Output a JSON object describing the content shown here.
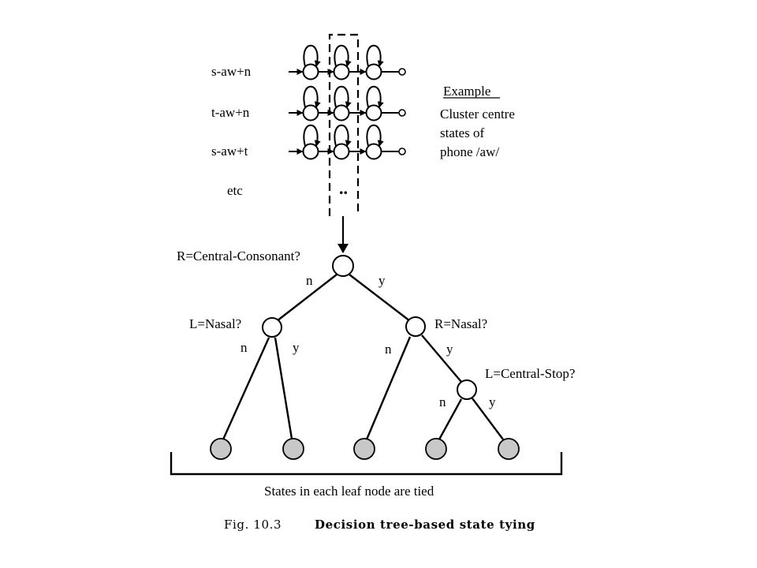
{
  "hmm_rows": [
    {
      "label": "s-aw+n"
    },
    {
      "label": "t-aw+n"
    },
    {
      "label": "s-aw+t"
    }
  ],
  "hmm_etc": "etc",
  "hmm_dots": "..",
  "example": {
    "heading": "Example",
    "lines": [
      "Cluster centre",
      "states of",
      "phone /aw/"
    ]
  },
  "tree": {
    "root_question": "R=Central-Consonant?",
    "left_question": "L=Nasal?",
    "right_question": "R=Nasal?",
    "deep_question": "L=Central-Stop?",
    "no_label": "n",
    "yes_label": "y"
  },
  "leaf_caption": "States in each leaf node are tied",
  "figure_caption": {
    "number": "Fig. 10.3",
    "text": "Decision tree-based state tying"
  },
  "colors": {
    "line": "#000000",
    "node_fill": "#ffffff",
    "leaf_fill": "#c8c8c8"
  }
}
